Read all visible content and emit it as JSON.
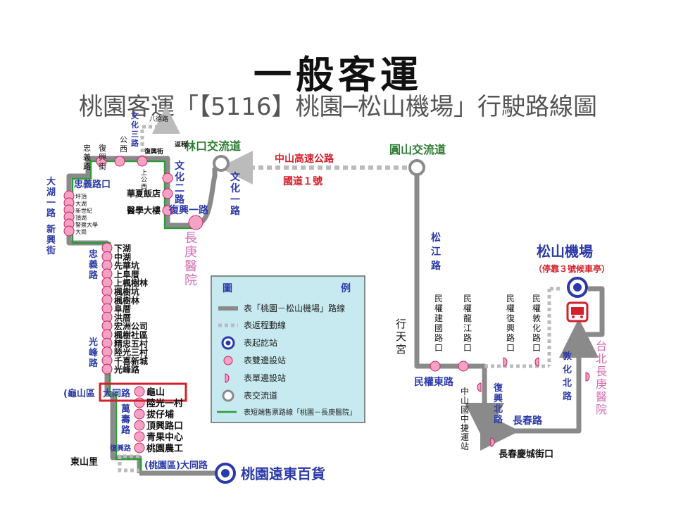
{
  "title": "一般客運",
  "subtitle": "桃園客運「【5116】桃園─松山機場」行駛路線圖",
  "colors": {
    "route": "#8a8a8a",
    "short": "#2e9b3a",
    "blue": "#2b3aa8",
    "pink": "#f4a3c5",
    "legend_bg": "#c6eaf0"
  },
  "interchanges": {
    "linkou": "林口交流道",
    "yuanshan": "圓山交流道"
  },
  "highway": {
    "name": "中山高速公路",
    "no": "國道１號"
  },
  "roads": {
    "wenhua1": "文化一路",
    "wenhua2": "文化二路",
    "wenhua3": "文化三路",
    "fuxing1": "復興一路",
    "fuxingjie": "復興街",
    "gongxi": "公西",
    "bade": "八德路",
    "fuxingjie_small": "復興街",
    "shanggongxi": "上公西",
    "zhongyi_small": "忠義路",
    "zhongyi_road": "忠義路口",
    "dahu_xinxing": [
      "大湖一路",
      "新興街"
    ],
    "zhongyi": "忠義路",
    "guangfeng": "光峰路",
    "wanshou": "萬壽路",
    "fuxing_small": "復興路",
    "guishan_area": "(龜山區",
    "datong": "大同路",
    "taoyuan_area": "(桃園區)大同路",
    "songjiang": "松江路",
    "xingtiangong": "行天宮",
    "minquan_east": "民權東路",
    "fuxing_north": "復興北路",
    "changchun": "長春路",
    "dunhua_north": "敦化北路",
    "changchun_qingcheng": "長春慶城街口",
    "return_small": "返程"
  },
  "stops": {
    "huaxia": "華夏飯店",
    "yixue": "醫學大樓",
    "hujing": [
      "坪頂",
      "大湖",
      "新世紀",
      "頂湖",
      "警察大學",
      "大崗"
    ],
    "west_col": [
      "下湖",
      "中湖",
      "先華坑",
      "上阜厝",
      "上楓樹林",
      "楓樹坑",
      "楓樹林",
      "阜厝",
      "洪厝",
      "宏洲公司",
      "楓樹社區",
      "精忠五村",
      "陸光三村",
      "千喜新城",
      "光峰路"
    ],
    "guishan": "龜山",
    "luguang": "陸光一村",
    "bazishao": "拔仔埔",
    "dingxing": "頂興路口",
    "qingguo": "青果中心",
    "taonong": "桃園農工",
    "dongshanli": "東山里",
    "east_col": [
      "民權建國路口",
      "民權龍江路口",
      "民權復興路口",
      "民權敦化路口"
    ],
    "zhongshan_mrt": "中山國中捷運站"
  },
  "terminals": {
    "songshan": "松山機場",
    "songshan_note": "（停靠３號候車亭）",
    "fareast": "桃園遠東百貨",
    "changgung": "長庚醫院",
    "taipei_changgung": "台北長庚醫院"
  },
  "legend": {
    "title_left": "圖",
    "title_right": "例",
    "items": [
      "表「桃園－松山機場」路線",
      "表返程動線",
      "表起訖站",
      "表雙邊設站",
      "表單邊設站",
      "表交流道",
      "表短端售票路線「桃園－長庚醫院」"
    ]
  }
}
